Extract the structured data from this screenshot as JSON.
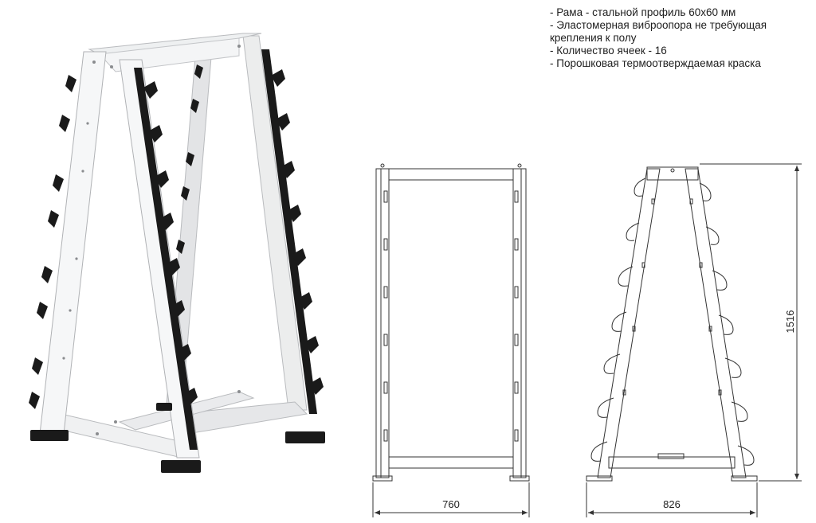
{
  "specs": [
    "- Рама - стальной профиль 60х60 мм",
    "- Эластомерная виброопора не требующая",
    "крепления к полу",
    "- Количество ячеек - 16",
    "- Порошковая термоотверждаемая краска"
  ],
  "dimensions": {
    "front_width": "760",
    "side_width": "826",
    "height": "1516"
  },
  "colors": {
    "frame": "#f2f2f2",
    "frame_shade": "#d4d6d9",
    "holders": "#1a1a1a",
    "line": "#333333"
  }
}
